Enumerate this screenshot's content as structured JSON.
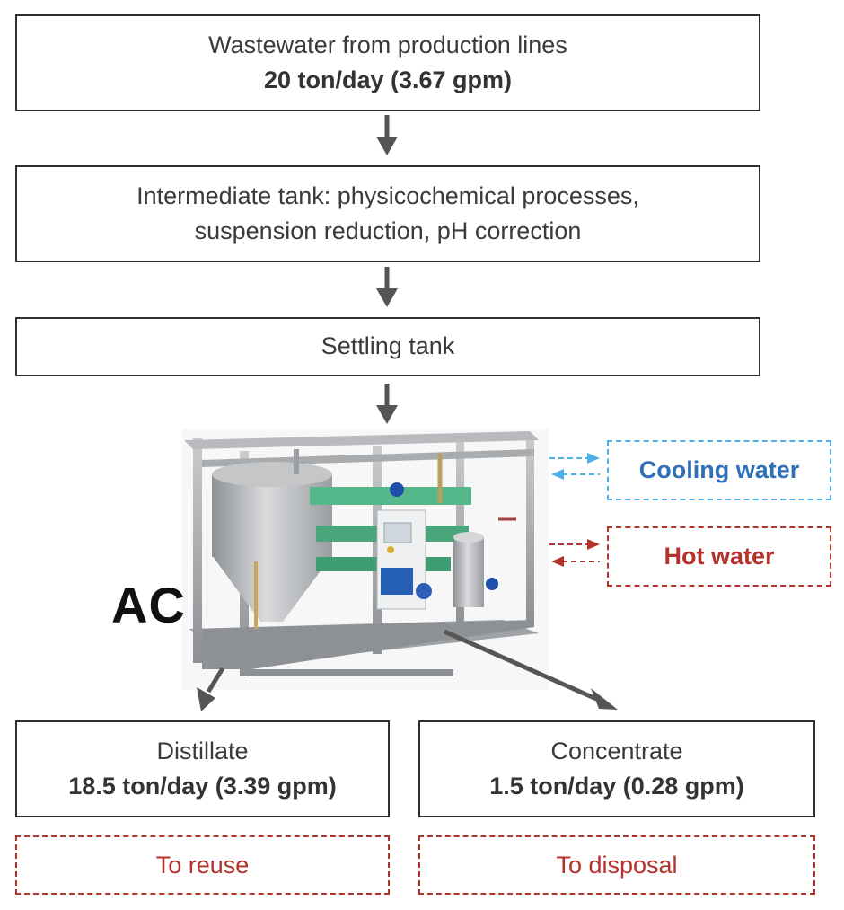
{
  "steps": {
    "wastewater": {
      "line1": "Wastewater from production lines",
      "line2": "20 ton/day (3.67 gpm)"
    },
    "intermediate": {
      "line1": "Intermediate tank: physicochemical processes,",
      "line2": "suspension reduction, pH correction"
    },
    "settling": {
      "line1": "Settling tank"
    }
  },
  "unit": {
    "label": "AC"
  },
  "utilities": {
    "cooling": {
      "label": "Cooling water"
    },
    "hot": {
      "label": "Hot water"
    }
  },
  "outputs": {
    "distillate": {
      "line1": "Distillate",
      "line2": "18.5 ton/day (3.39 gpm)",
      "destination": "To reuse"
    },
    "concentrate": {
      "line1": "Concentrate",
      "line2": "1.5 ton/day (0.28 gpm)",
      "destination": "To disposal"
    }
  },
  "colors": {
    "arrow": "#555555",
    "cooling": "#4fb0e6",
    "hot": "#b3322b"
  }
}
